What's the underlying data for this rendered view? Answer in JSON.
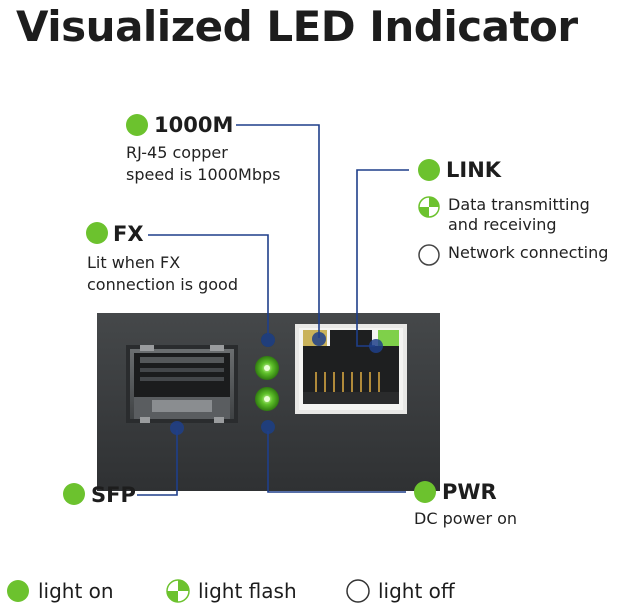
{
  "title": "Visualized LED Indicator",
  "colors": {
    "led_on": "#6cc22e",
    "line": "#1f3f8a",
    "device_body": "#3a3d3f"
  },
  "callouts": {
    "speed_1000m": {
      "label": "1000M",
      "description_lines": [
        "RJ-45 copper",
        "speed is 1000Mbps"
      ]
    },
    "fx": {
      "label": "FX",
      "description_lines": [
        "Lit when FX",
        "connection is good"
      ]
    },
    "link": {
      "label": "LINK",
      "states": [
        {
          "icon": "light-flash-icon",
          "lines": [
            "Data transmitting",
            "and receiving"
          ]
        },
        {
          "icon": "light-off-icon",
          "lines": [
            "Network connecting"
          ]
        }
      ]
    },
    "sfp": {
      "label": "SFP"
    },
    "pwr": {
      "label": "PWR",
      "description": "DC power on"
    }
  },
  "legend": [
    {
      "icon": "light-on-icon",
      "label": "light on"
    },
    {
      "icon": "light-flash-icon",
      "label": "light flash"
    },
    {
      "icon": "light-off-icon",
      "label": "light off"
    }
  ]
}
